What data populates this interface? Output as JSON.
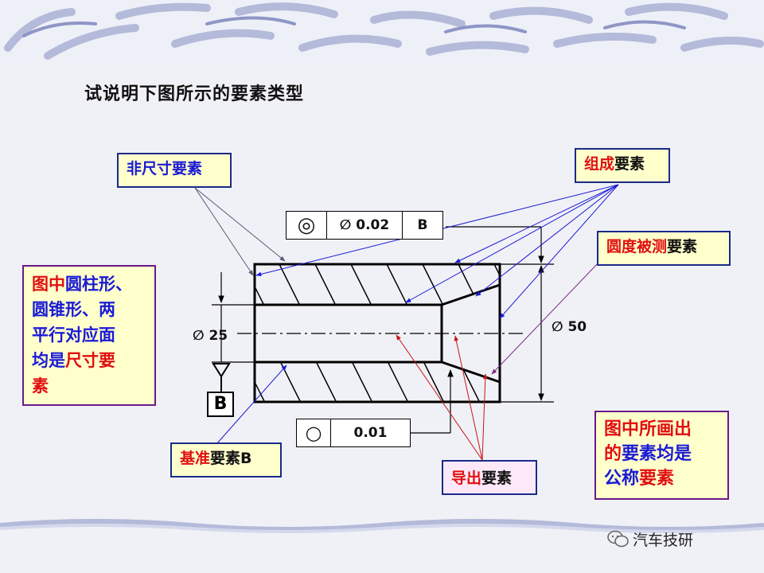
{
  "title": "试说明下图所示的要素类型",
  "labels": {
    "non_size": "非尺寸要素",
    "composite_part1": "组成",
    "composite_part2": "要素",
    "roundness_part1": "圆度被测",
    "roundness_part2": "要素",
    "datum_part1": "基准",
    "datum_part2": "要素B",
    "derived_part1": "导出",
    "derived_part2": "要素"
  },
  "left_note": {
    "line1_red": "图中",
    "line1_blue": "圆柱形、",
    "line2": "圆锥形、两",
    "line3": "平行对应面",
    "line4_blue": "均是",
    "line4_red1": "尺寸",
    "line4_red2": "要",
    "line5": "素"
  },
  "right_note": {
    "line1": "图中所画出",
    "line2_red": "的",
    "line2_blue": "要素均是",
    "line3_blue": "公称",
    "line3_red": "要素"
  },
  "tolerance_frames": {
    "concentricity": {
      "symbol": "◎",
      "value": "∅ 0.02",
      "datum": "B"
    },
    "roundness": {
      "symbol": "○",
      "value": "0.01"
    }
  },
  "dimensions": {
    "inner": "∅ 25",
    "outer": "∅ 50"
  },
  "datum_letter": "B",
  "watermark": "汽车技研",
  "colors": {
    "blue_text": "#1a1ad6",
    "red_text": "#e01010",
    "leader": "#1a1ad6",
    "banner": "#aab0d6"
  }
}
